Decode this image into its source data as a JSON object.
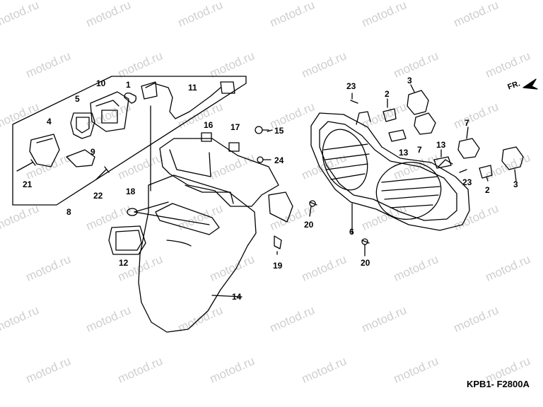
{
  "watermark": "motod.ru",
  "diagram_code": "KPB1- F2800A",
  "front_label": "FR.",
  "callouts": [
    {
      "id": "c1",
      "text": "1"
    },
    {
      "id": "c2a",
      "text": "2"
    },
    {
      "id": "c2b",
      "text": "2"
    },
    {
      "id": "c3a",
      "text": "3"
    },
    {
      "id": "c3b",
      "text": "3"
    },
    {
      "id": "c4",
      "text": "4"
    },
    {
      "id": "c5",
      "text": "5"
    },
    {
      "id": "c6",
      "text": "6"
    },
    {
      "id": "c7a",
      "text": "7"
    },
    {
      "id": "c7b",
      "text": "7"
    },
    {
      "id": "c8",
      "text": "8"
    },
    {
      "id": "c9",
      "text": "9"
    },
    {
      "id": "c10",
      "text": "10"
    },
    {
      "id": "c11",
      "text": "11"
    },
    {
      "id": "c12",
      "text": "12"
    },
    {
      "id": "c13a",
      "text": "13"
    },
    {
      "id": "c13b",
      "text": "13"
    },
    {
      "id": "c14",
      "text": "14"
    },
    {
      "id": "c15",
      "text": "15"
    },
    {
      "id": "c16",
      "text": "16"
    },
    {
      "id": "c17",
      "text": "17"
    },
    {
      "id": "c18",
      "text": "18"
    },
    {
      "id": "c19",
      "text": "19"
    },
    {
      "id": "c20a",
      "text": "20"
    },
    {
      "id": "c20b",
      "text": "20"
    },
    {
      "id": "c21",
      "text": "21"
    },
    {
      "id": "c22",
      "text": "22"
    },
    {
      "id": "c23a",
      "text": "23"
    },
    {
      "id": "c23b",
      "text": "23"
    },
    {
      "id": "c24",
      "text": "24"
    }
  ]
}
